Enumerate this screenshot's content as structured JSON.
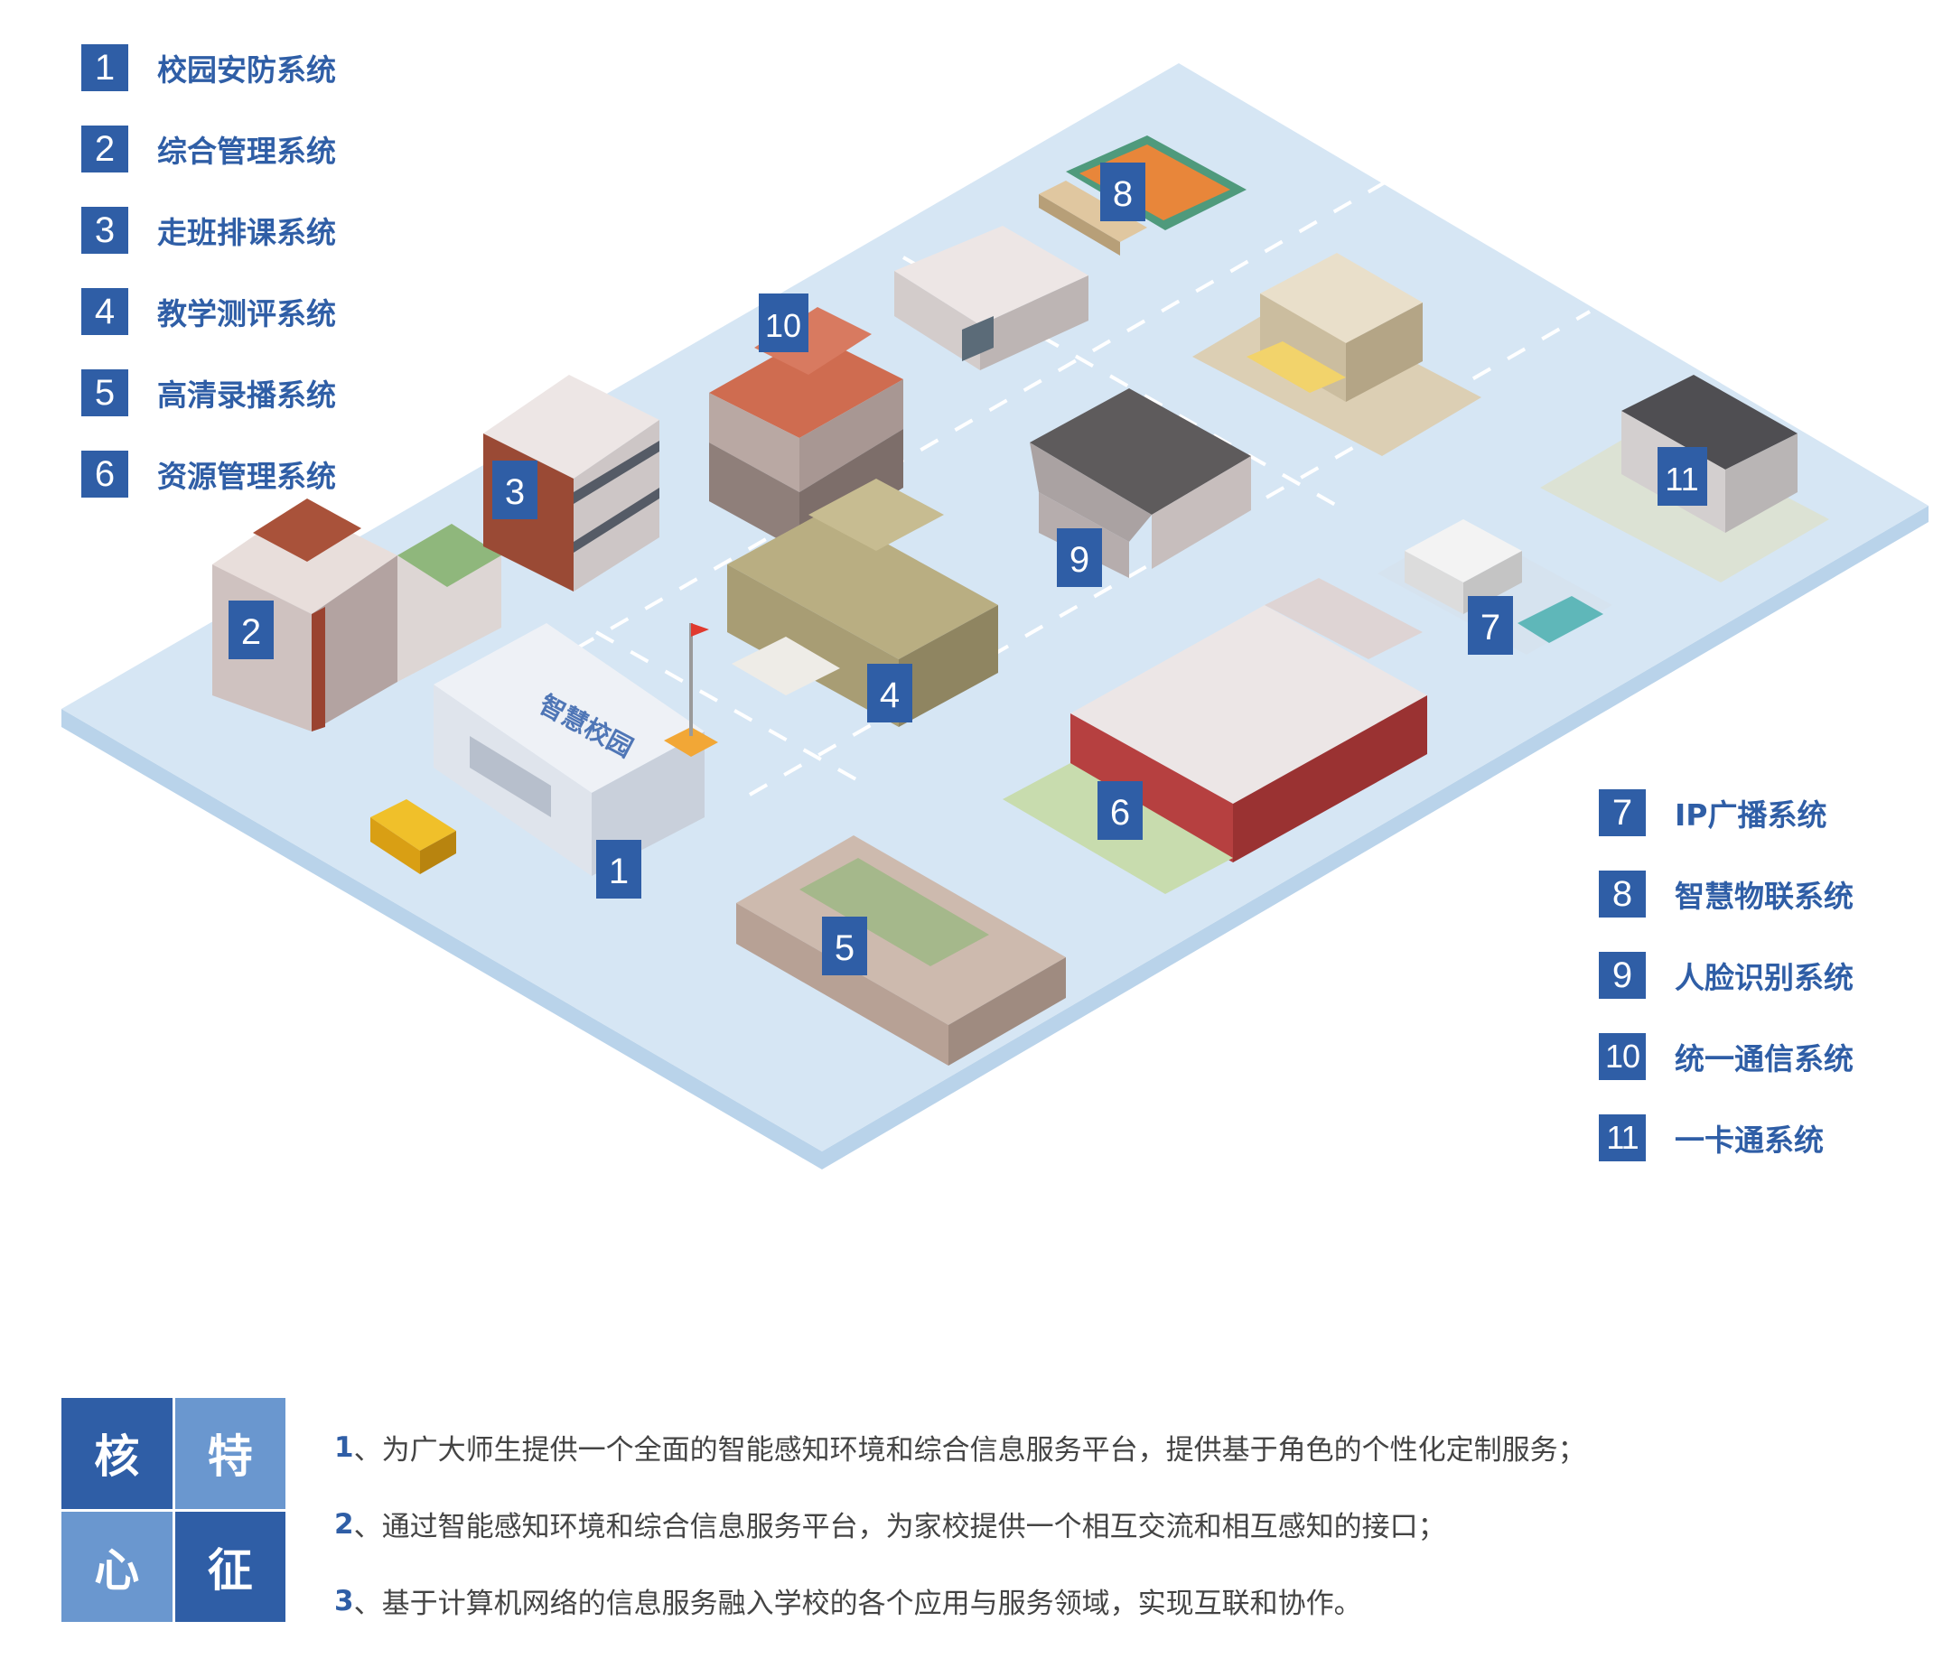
{
  "colors": {
    "accent_blue": "#2f5ea6",
    "light_blue": "#6a97cf",
    "ground": "#d6e6f4",
    "road_dash": "#ffffff"
  },
  "gate_sign": "智慧校园",
  "legend_left": [
    {
      "num": "1",
      "label": "校园安防系统"
    },
    {
      "num": "2",
      "label": "综合管理系统"
    },
    {
      "num": "3",
      "label": "走班排课系统"
    },
    {
      "num": "4",
      "label": "教学测评系统"
    },
    {
      "num": "5",
      "label": "高清录播系统"
    },
    {
      "num": "6",
      "label": "资源管理系统"
    }
  ],
  "legend_right": [
    {
      "num": "7",
      "label": "IP广播系统"
    },
    {
      "num": "8",
      "label": "智慧物联系统"
    },
    {
      "num": "9",
      "label": "人脸识别系统"
    },
    {
      "num": "10",
      "label": "统一通信系统"
    },
    {
      "num": "11",
      "label": "一卡通系统"
    }
  ],
  "features": {
    "grid": [
      "核",
      "特",
      "心",
      "征"
    ],
    "items": [
      {
        "num": "1",
        "text": "、为广大师生提供一个全面的智能感知环境和综合信息服务平台，提供基于角色的个性化定制服务；"
      },
      {
        "num": "2",
        "text": "、通过智能感知环境和综合信息服务平台，为家校提供一个相互交流和相互感知的接口；"
      },
      {
        "num": "3",
        "text": "、基于计算机网络的信息服务融入学校的各个应用与服务领域，实现互联和协作。"
      }
    ]
  },
  "map_markers": [
    "1",
    "2",
    "3",
    "4",
    "5",
    "6",
    "7",
    "8",
    "9",
    "10",
    "11"
  ]
}
